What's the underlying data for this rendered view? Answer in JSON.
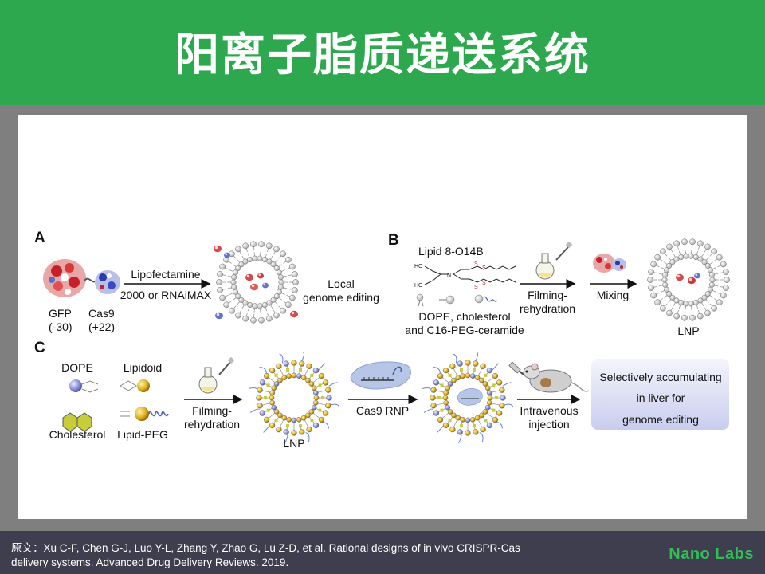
{
  "slide": {
    "title": "阳离子脂质递送系统"
  },
  "figure": {
    "panel_a": {
      "label": "A",
      "gfp": "GFP",
      "gfp_charge": "(-30)",
      "cas9": "Cas9",
      "cas9_charge": "(+22)",
      "reagent_line1": "Lipofectamine",
      "reagent_line2": "2000 or RNAiMAX",
      "result_line1": "Local",
      "result_line2": "genome editing"
    },
    "panel_b": {
      "label": "B",
      "lipid_name": "Lipid 8-O14B",
      "helpers_line1": "DOPE, cholesterol",
      "helpers_line2": "and C16-PEG-ceramide",
      "step1_line1": "Filming-",
      "step1_line2": "rehydration",
      "step2": "Mixing",
      "product": "LNP"
    },
    "panel_c": {
      "label": "C",
      "dope": "DOPE",
      "lipidoid": "Lipidoid",
      "cholesterol": "Cholesterol",
      "lipid_peg": "Lipid-PEG",
      "step1_line1": "Filming-",
      "step1_line2": "rehydration",
      "lnp": "LNP",
      "step2": "Cas9 RNP",
      "step3_line1": "Intravenous",
      "step3_line2": "injection",
      "outcome_line1": "Selectively accumulating",
      "outcome_line2": "in liver for",
      "outcome_line3": "genome editing"
    }
  },
  "footer": {
    "citation_line1": "原文：Xu C-F, Chen G-J, Luo Y-L, Zhang Y, Zhao G, Lu Z-D, et al. Rational designs of in vivo CRISPR-Cas",
    "citation_line2": "delivery systems.  Advanced Drug Delivery Reviews. 2019.",
    "brand": "Nano Labs"
  },
  "colors": {
    "header_green": "#2ea84f",
    "brand_green": "#2fbf55",
    "footer_bg": "#3e3e4e",
    "lipid_gray": "#c8c8c8",
    "lipidoid_gold": "#e0b020",
    "dope_blue": "#8b8fd8",
    "cholesterol_olive": "#c6cc3a",
    "outcome_box": "#dfe1f4"
  }
}
